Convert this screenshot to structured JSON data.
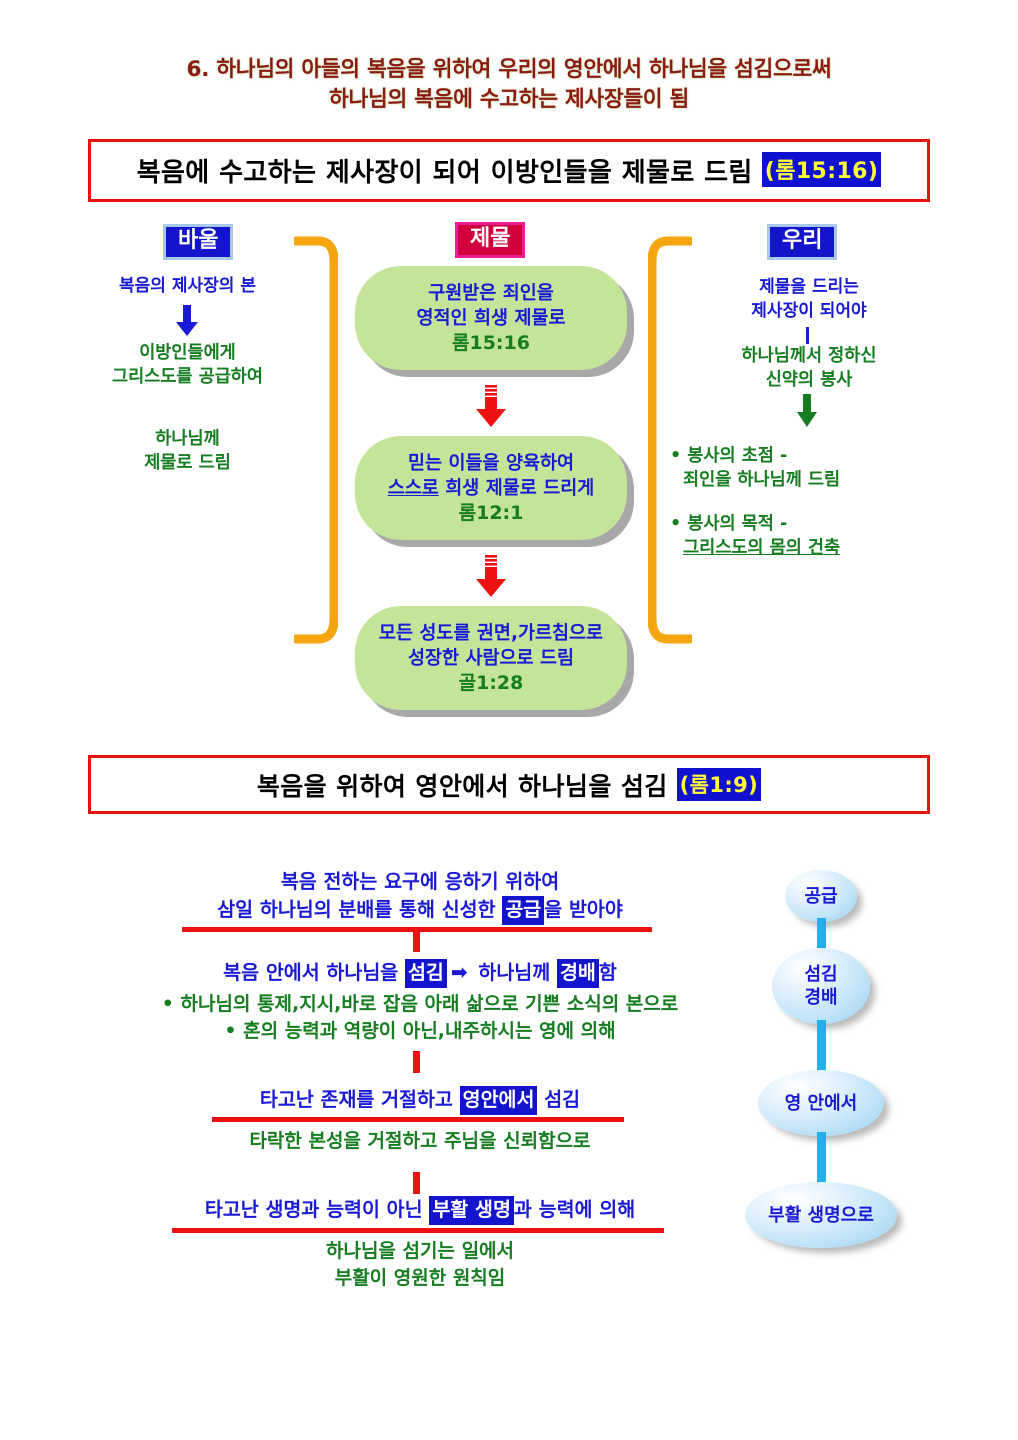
{
  "section_title": {
    "line1": "6. 하나님의 아들의 복음을 위하여 우리의 영안에서 하나님을 섬김으로써",
    "line2": "하나님의 복음에 수고하는 제사장들이 됨",
    "color": "#8b1a10"
  },
  "banner1": {
    "text": "복음에 수고하는 제사장이 되어 이방인들을 제물로 드림",
    "reference": "(롬15:16)",
    "border_color": "#e8120c",
    "chip_bg": "#1010d0",
    "chip_color": "#ffff33"
  },
  "banner2": {
    "text": "복음을 위하여 영안에서 하나님을 섬김",
    "reference": "(롬1:9)"
  },
  "columns": {
    "paul": {
      "chip": "바울",
      "line1": "복음의 제사장의 본",
      "line2a": "이방인들에게",
      "line2b": "그리스도를 공급하여",
      "line3a": "하나님께",
      "line3b": "제물로 드림"
    },
    "offering": {
      "chip": "제물"
    },
    "we": {
      "chip": "우리",
      "line1a": "제물을 드리는",
      "line1b": "제사장이 되어야",
      "line2a": "하나님께서 정하신",
      "line2b": "신약의 봉사",
      "bullet1a": "• 봉사의 초점 -",
      "bullet1b": "죄인을 하나님께 드림",
      "bullet2a": "• 봉사의 목적 -",
      "bullet2b": "그리스도의 몸의 건축"
    }
  },
  "center_boxes": [
    {
      "line1": "구원받은 죄인을",
      "line2": "영적인 희생 제물로",
      "ref": "롬15:16"
    },
    {
      "line1": "믿는 이들을 양육하여",
      "line2a": "스스로",
      "line2b": " 희생 제물로 드리게",
      "ref": "롬12:1"
    },
    {
      "line1": "모든 성도를 권면,가르침으로",
      "line2": "성장한 사람으로 드림",
      "ref": "골1:28"
    }
  ],
  "lower": {
    "block1": {
      "line1": "복음 전하는 요구에 응하기 위하여",
      "line2a": "삼일 하나님의 분배를 통해 신성한 ",
      "line2_hl": "공급",
      "line2b": "을 받아야"
    },
    "block2": {
      "line1a": "복음 안에서 하나님을 ",
      "line1_hl1": "섬김",
      "line1_arrow": "➡",
      "line1b": " 하나님께 ",
      "line1_hl2": "경배",
      "line1c": "함",
      "bullet1": "• 하나님의 통제,지시,바로 잡음 아래 삶으로 기쁜 소식의 본으로",
      "bullet2": "• 혼의 능력과 역량이 아닌,내주하시는 영에 의해"
    },
    "block3": {
      "line1a": "타고난 존재를 거절하고 ",
      "line1_hl": "영안에서",
      "line1b": " 섬김",
      "line2": "타락한 본성을 거절하고 주님을 신뢰함으로"
    },
    "block4": {
      "line1a": "타고난 생명과 능력이 아닌 ",
      "line1_hl": "부활 생명",
      "line1b": "과 능력에 의해",
      "line2a": "하나님을 섬기는 일에서",
      "line2b": "부활이 영원한 원칙임"
    }
  },
  "ovals": [
    {
      "line1": "공급"
    },
    {
      "line1": "섬김",
      "line2": "경배"
    },
    {
      "line1": "영 안에서"
    },
    {
      "line1": "부활 생명으로"
    }
  ],
  "colors": {
    "red": "#ee1111",
    "blue_text": "#1a1ad6",
    "green_text": "#167d21",
    "orange_bracket": "#f5a60f",
    "green_box": "#c4e49a",
    "oval_link": "#23b0e8"
  }
}
